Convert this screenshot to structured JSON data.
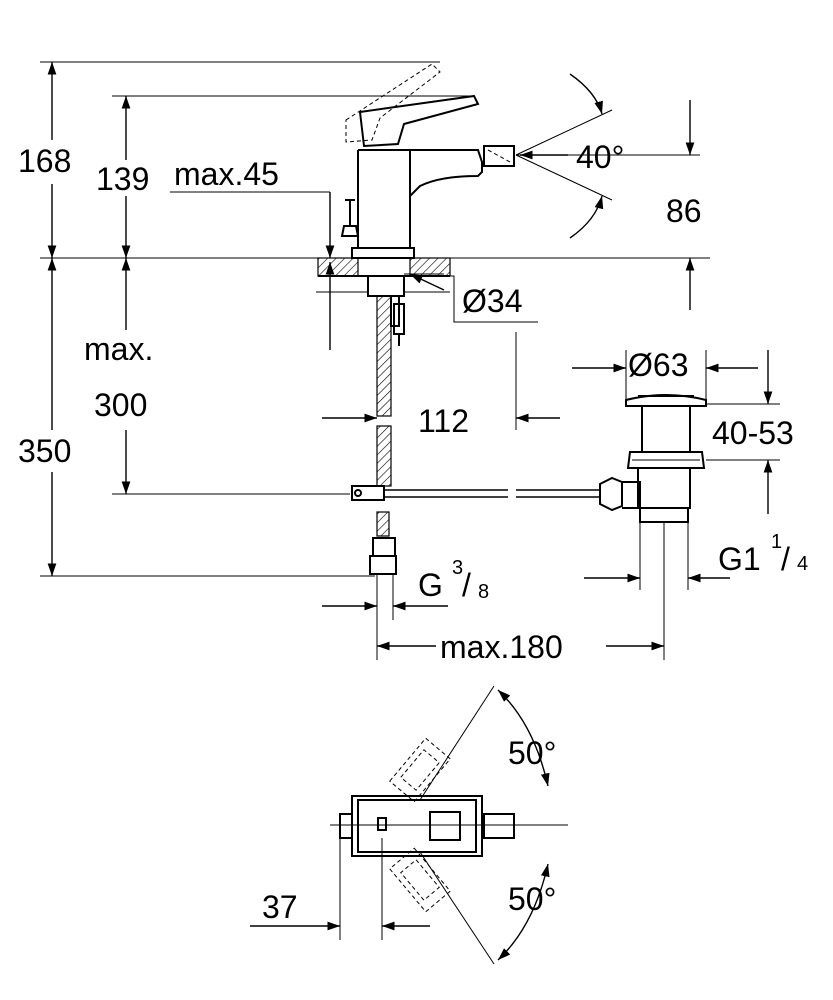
{
  "front_view": {
    "labels": {
      "h_total": "168",
      "h_lever": "139",
      "max_45": "max.45",
      "angle_spout": "40°",
      "h_spout": "86",
      "dia_34": "Ø34",
      "max": "max.",
      "max_300": "300",
      "h_350": "350",
      "dist_112": "112",
      "dia_63": "Ø63",
      "range_40_53": "40-53",
      "thread_g1": "G1",
      "thread_g1_num": "1",
      "thread_g1_den": "4",
      "thread_g": "G",
      "thread_g_num": "3",
      "thread_g_den": "8",
      "max_180": "max.180"
    }
  },
  "top_view": {
    "labels": {
      "angle_top": "50°",
      "angle_bottom": "50°",
      "offset_37": "37"
    }
  }
}
